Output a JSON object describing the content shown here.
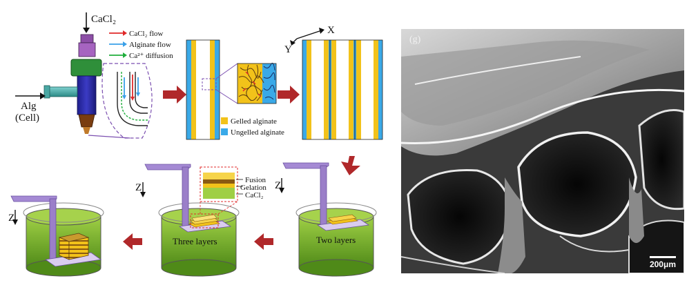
{
  "nozzle": {
    "inlet_top": "CaCl₂",
    "inlet_side_line1": "Alg",
    "inlet_side_line2": "(Cell)"
  },
  "flow_legend": [
    {
      "text": "CaCl₂ flow",
      "color": "#e02828"
    },
    {
      "text": "Alginate flow",
      "color": "#3aa0e8"
    },
    {
      "text": "Ca²⁺ diffusion",
      "color": "#1fae3c"
    }
  ],
  "gel_legend": [
    {
      "text": "Gelled alginate",
      "color": "#f2c21a"
    },
    {
      "text": "Ungelled alginate",
      "color": "#3aa9e8"
    }
  ],
  "axes": {
    "x": "X",
    "y": "Y"
  },
  "layer_legend": [
    "Fusion",
    "Gelation",
    "CaCl₂"
  ],
  "baths": [
    {
      "z": "Z",
      "caption": ""
    },
    {
      "z": "Z",
      "caption": "Three layers"
    },
    {
      "z": "Z",
      "caption": "Two layers"
    }
  ],
  "sem": {
    "panel_letter": "(g)",
    "scale_bar": "200μm"
  },
  "colors": {
    "arrow": "#b0282a",
    "bath_green": "#5f9a1e",
    "bath_green_light": "#8fc33a",
    "platform": "#9b7fc9",
    "gel_yellow": "#f2c21a",
    "gel_blue": "#3aa9e8",
    "stack_brown": "#8a5a12"
  }
}
